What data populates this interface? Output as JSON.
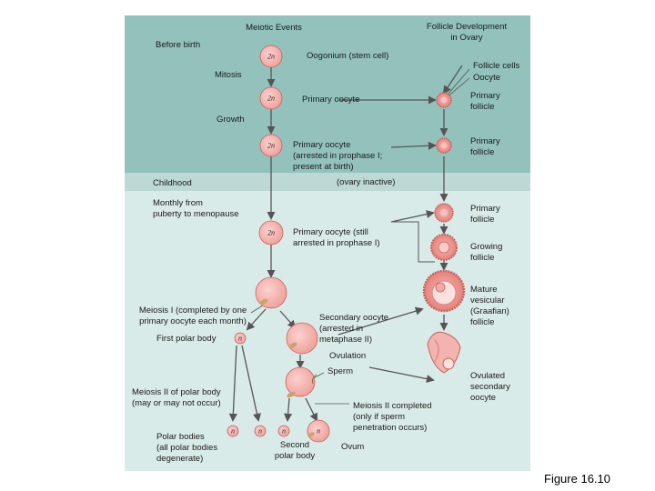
{
  "headers": {
    "meiotic_events": "Meiotic Events",
    "follicle_development": "Follicle Development\nin Ovary"
  },
  "stages": {
    "before_birth": "Before birth",
    "mitosis": "Mitosis",
    "growth": "Growth",
    "childhood": "Childhood",
    "monthly": "Monthly from\npuberty to menopause",
    "meiosis_1": "Meiosis I (completed by one\nprimary oocyte each month)",
    "first_polar_body": "First polar body",
    "meiosis_2_polar": "Meiosis II of polar body\n(may or may not occur)",
    "polar_bodies": "Polar bodies\n(all polar bodies\ndegenerate)"
  },
  "cells": {
    "oogonium": "Oogonium (stem cell)",
    "primary_oocyte": "Primary oocyte",
    "primary_oocyte_arrested": "Primary oocyte\n(arrested in prophase I;\npresent at birth)",
    "ovary_inactive": "(ovary inactive)",
    "primary_oocyte_still": "Primary oocyte (still\narrested in prophase I)",
    "secondary_oocyte": "Secondary oocyte\n(arrested in\nmetaphase II)",
    "ovulation": "Ovulation",
    "sperm": "Sperm",
    "meiosis_2_completed": "Meiosis II completed\n(only if sperm\npenetration occurs)",
    "second_polar_body": "Second\npolar body",
    "ovum": "Ovum"
  },
  "follicles": {
    "follicle_cells": "Follicle cells",
    "oocyte": "Oocyte",
    "primary_1": "Primary\nfollicle",
    "primary_2": "Primary\nfollicle",
    "primary_3": "Primary\nfollicle",
    "growing": "Growing\nfollicle",
    "mature": "Mature\nvesicular\n(Graafian)\nfollicle",
    "ovulated": "Ovulated\nsecondary\noocyte"
  },
  "ploidy": {
    "diploid": "2n",
    "haploid": "n"
  },
  "caption": "Figure 16.10",
  "colors": {
    "panel_top": "#93c2bd",
    "panel_mid": "#bcd9d5",
    "panel_bottom": "#d9ebe8",
    "cell_fill": "#f2a5a0",
    "cell_edge": "#c7625c",
    "nucleus": "#e28a84"
  }
}
